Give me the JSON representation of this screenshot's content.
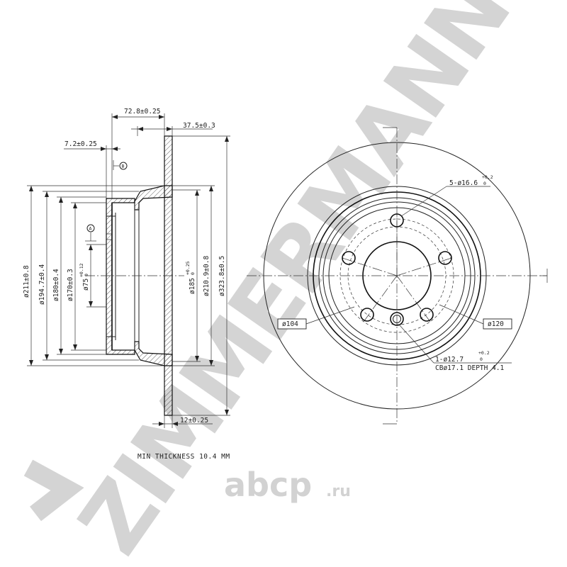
{
  "watermark": {
    "brand": "ZIMMERMANN",
    "brand_color": "#d4d4d4",
    "site_logo": "abcp",
    "site_tld": ".ru",
    "site_color": "#d2d2d2"
  },
  "section_view": {
    "dim_overall_depth": "72.8±0.25",
    "dim_disc_offset": "37.5±0.3",
    "dim_hub_flange": "7.2±0.25",
    "ref_b": "B",
    "ref_a": "A",
    "dim_d211": "ø211±0.8",
    "dim_d194": "ø194.7±0.4",
    "dim_d180": "ø180±0.4",
    "dim_d170": "ø170±0.3",
    "dim_d75": "ø75",
    "dim_d75_tol": "+0.12",
    "dim_d75_tol_low": "0",
    "dim_d185": "ø185",
    "dim_d185_tol": "+0.25",
    "dim_d185_tol_low": "0",
    "dim_d210": "ø210.9±0.8",
    "dim_d323": "ø323.8±0.5",
    "dim_thickness": "12±0.25",
    "min_thickness": "MIN THICKNESS 10.4 MM"
  },
  "front_view": {
    "bolt_holes": "5-ø16.6",
    "bolt_holes_tol": "+0.2",
    "bolt_holes_tol_low": "0",
    "pcd_left": "ø104",
    "pcd_right": "ø120",
    "pin_hole": "1-ø12.7",
    "pin_hole_tol": "+0.2",
    "pin_hole_tol_low": "0",
    "counterbore": "CBø17.1 DEPTH 4.1"
  }
}
